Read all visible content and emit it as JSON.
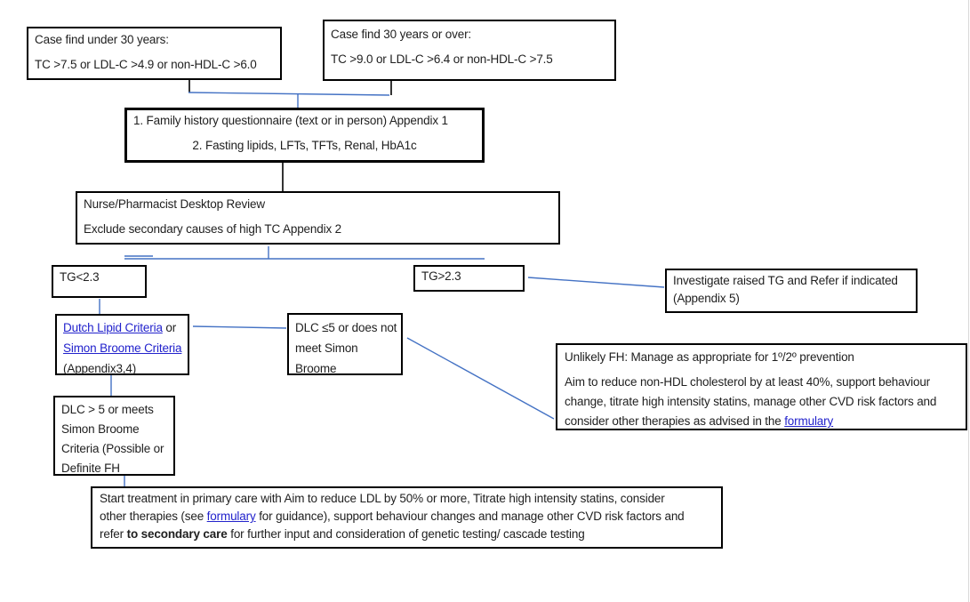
{
  "colors": {
    "box_border": "#000000",
    "connector_blue": "#4472C4",
    "connector_black": "#000000",
    "link": "#2222CC",
    "text": "#1F1F1F",
    "page_edge": "#D8D8D8"
  },
  "boxes": {
    "case_under_30": {
      "title": "Case find under 30 years:",
      "criteria": "TC >7.5 or LDL-C >4.9 or non-HDL-C >6.0"
    },
    "case_over_30": {
      "title": "Case find 30 years or over:",
      "criteria": "TC >9.0 or LDL-C >6.4 or non-HDL-C >7.5"
    },
    "workup": {
      "line1": "1. Family history questionnaire (text or in person) Appendix 1",
      "line2": "2. Fasting lipids, LFTs, TFTs, Renal, HbA1c"
    },
    "nurse_review": {
      "line1": "Nurse/Pharmacist Desktop Review",
      "line2": "Exclude secondary causes of high TC Appendix 2"
    },
    "tg_low": {
      "label": "TG<2.3"
    },
    "tg_high": {
      "label": "TG>2.3"
    },
    "investigate_tg": {
      "line1": "Investigate raised TG and Refer if indicated",
      "line2": "(Appendix 5)"
    },
    "criteria_links": {
      "link1": "Dutch Lipid Criteria",
      "after_link1": " or",
      "link2": "Simon Broome Criteria",
      "line3": "(Appendix3,4)"
    },
    "dlc_low": {
      "line1": "DLC ≤5 or does not",
      "line2": "meet Simon",
      "line3": "Broome"
    },
    "unlikely_fh": {
      "line1": "Unlikely FH: Manage as appropriate for 1º/2º prevention",
      "body_line1": "Aim to reduce non-HDL cholesterol by at least 40%, support behaviour",
      "body_line2": "change, titrate high intensity statins, manage other CVD risk factors and",
      "body_line3_before_link": "consider other therapies as advised in the ",
      "link": "formulary"
    },
    "dlc_high": {
      "line1": "DLC > 5 or meets",
      "line2": "Simon Broome",
      "line3": "Criteria (Possible or",
      "line4": "Definite FH"
    },
    "start_treatment": {
      "line1": "Start treatment in primary care with Aim to reduce LDL by 50% or more, Titrate high intensity statins, consider",
      "line2_before_link": "other therapies (see ",
      "link": "formulary",
      "line2_after_link": " for guidance), support behaviour changes and manage other CVD risk factors and",
      "line3_before_bold": "refer ",
      "bold": "to secondary care",
      "line3_after_bold": " for further input and consideration of genetic testing/ cascade testing"
    }
  }
}
